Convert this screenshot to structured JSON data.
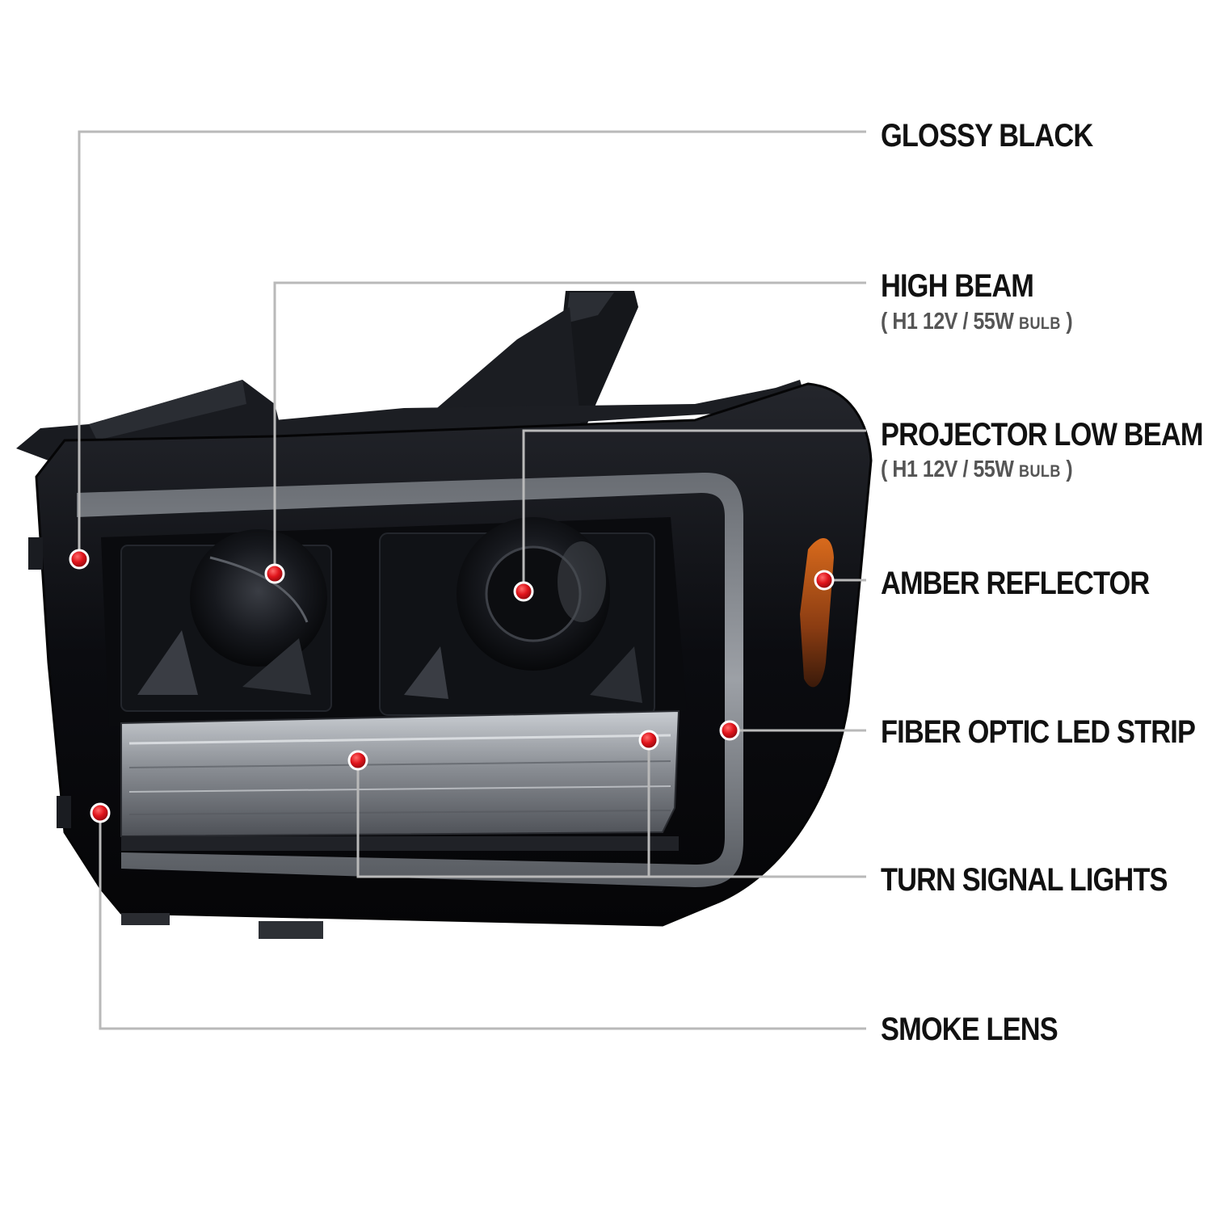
{
  "colors": {
    "background": "#ffffff",
    "leader_line": "#b9b9b9",
    "marker": "#e0141b",
    "label_text": "#111111",
    "sub_text": "#555555",
    "housing": "#0c0d11",
    "smoke_lens": "#1a1c22",
    "led_strip": "#8c9096",
    "chrome": "#b4b8bd",
    "amber": "#b8561a"
  },
  "image": {
    "subject": "smoked-headlight-with-led-bar",
    "icon": "headlight-assembly-illustration"
  },
  "callouts": [
    {
      "id": "glossy-black",
      "label": "GLOSSY BLACK"
    },
    {
      "id": "high-beam",
      "label": "HIGH BEAM",
      "spec_prefix": "( H1  12V / 55W",
      "spec_unit": "BULB",
      "spec_suffix": ")"
    },
    {
      "id": "projector-low-beam",
      "label": "PROJECTOR LOW BEAM",
      "spec_prefix": "( H1  12V / 55W",
      "spec_unit": "BULB",
      "spec_suffix": ")"
    },
    {
      "id": "amber-reflector",
      "label": "AMBER REFLECTOR"
    },
    {
      "id": "fiber-optic-led-strip",
      "label": "FIBER OPTIC LED STRIP"
    },
    {
      "id": "turn-signal-lights",
      "label": "TURN SIGNAL LIGHTS"
    },
    {
      "id": "smoke-lens",
      "label": "SMOKE LENS"
    }
  ]
}
